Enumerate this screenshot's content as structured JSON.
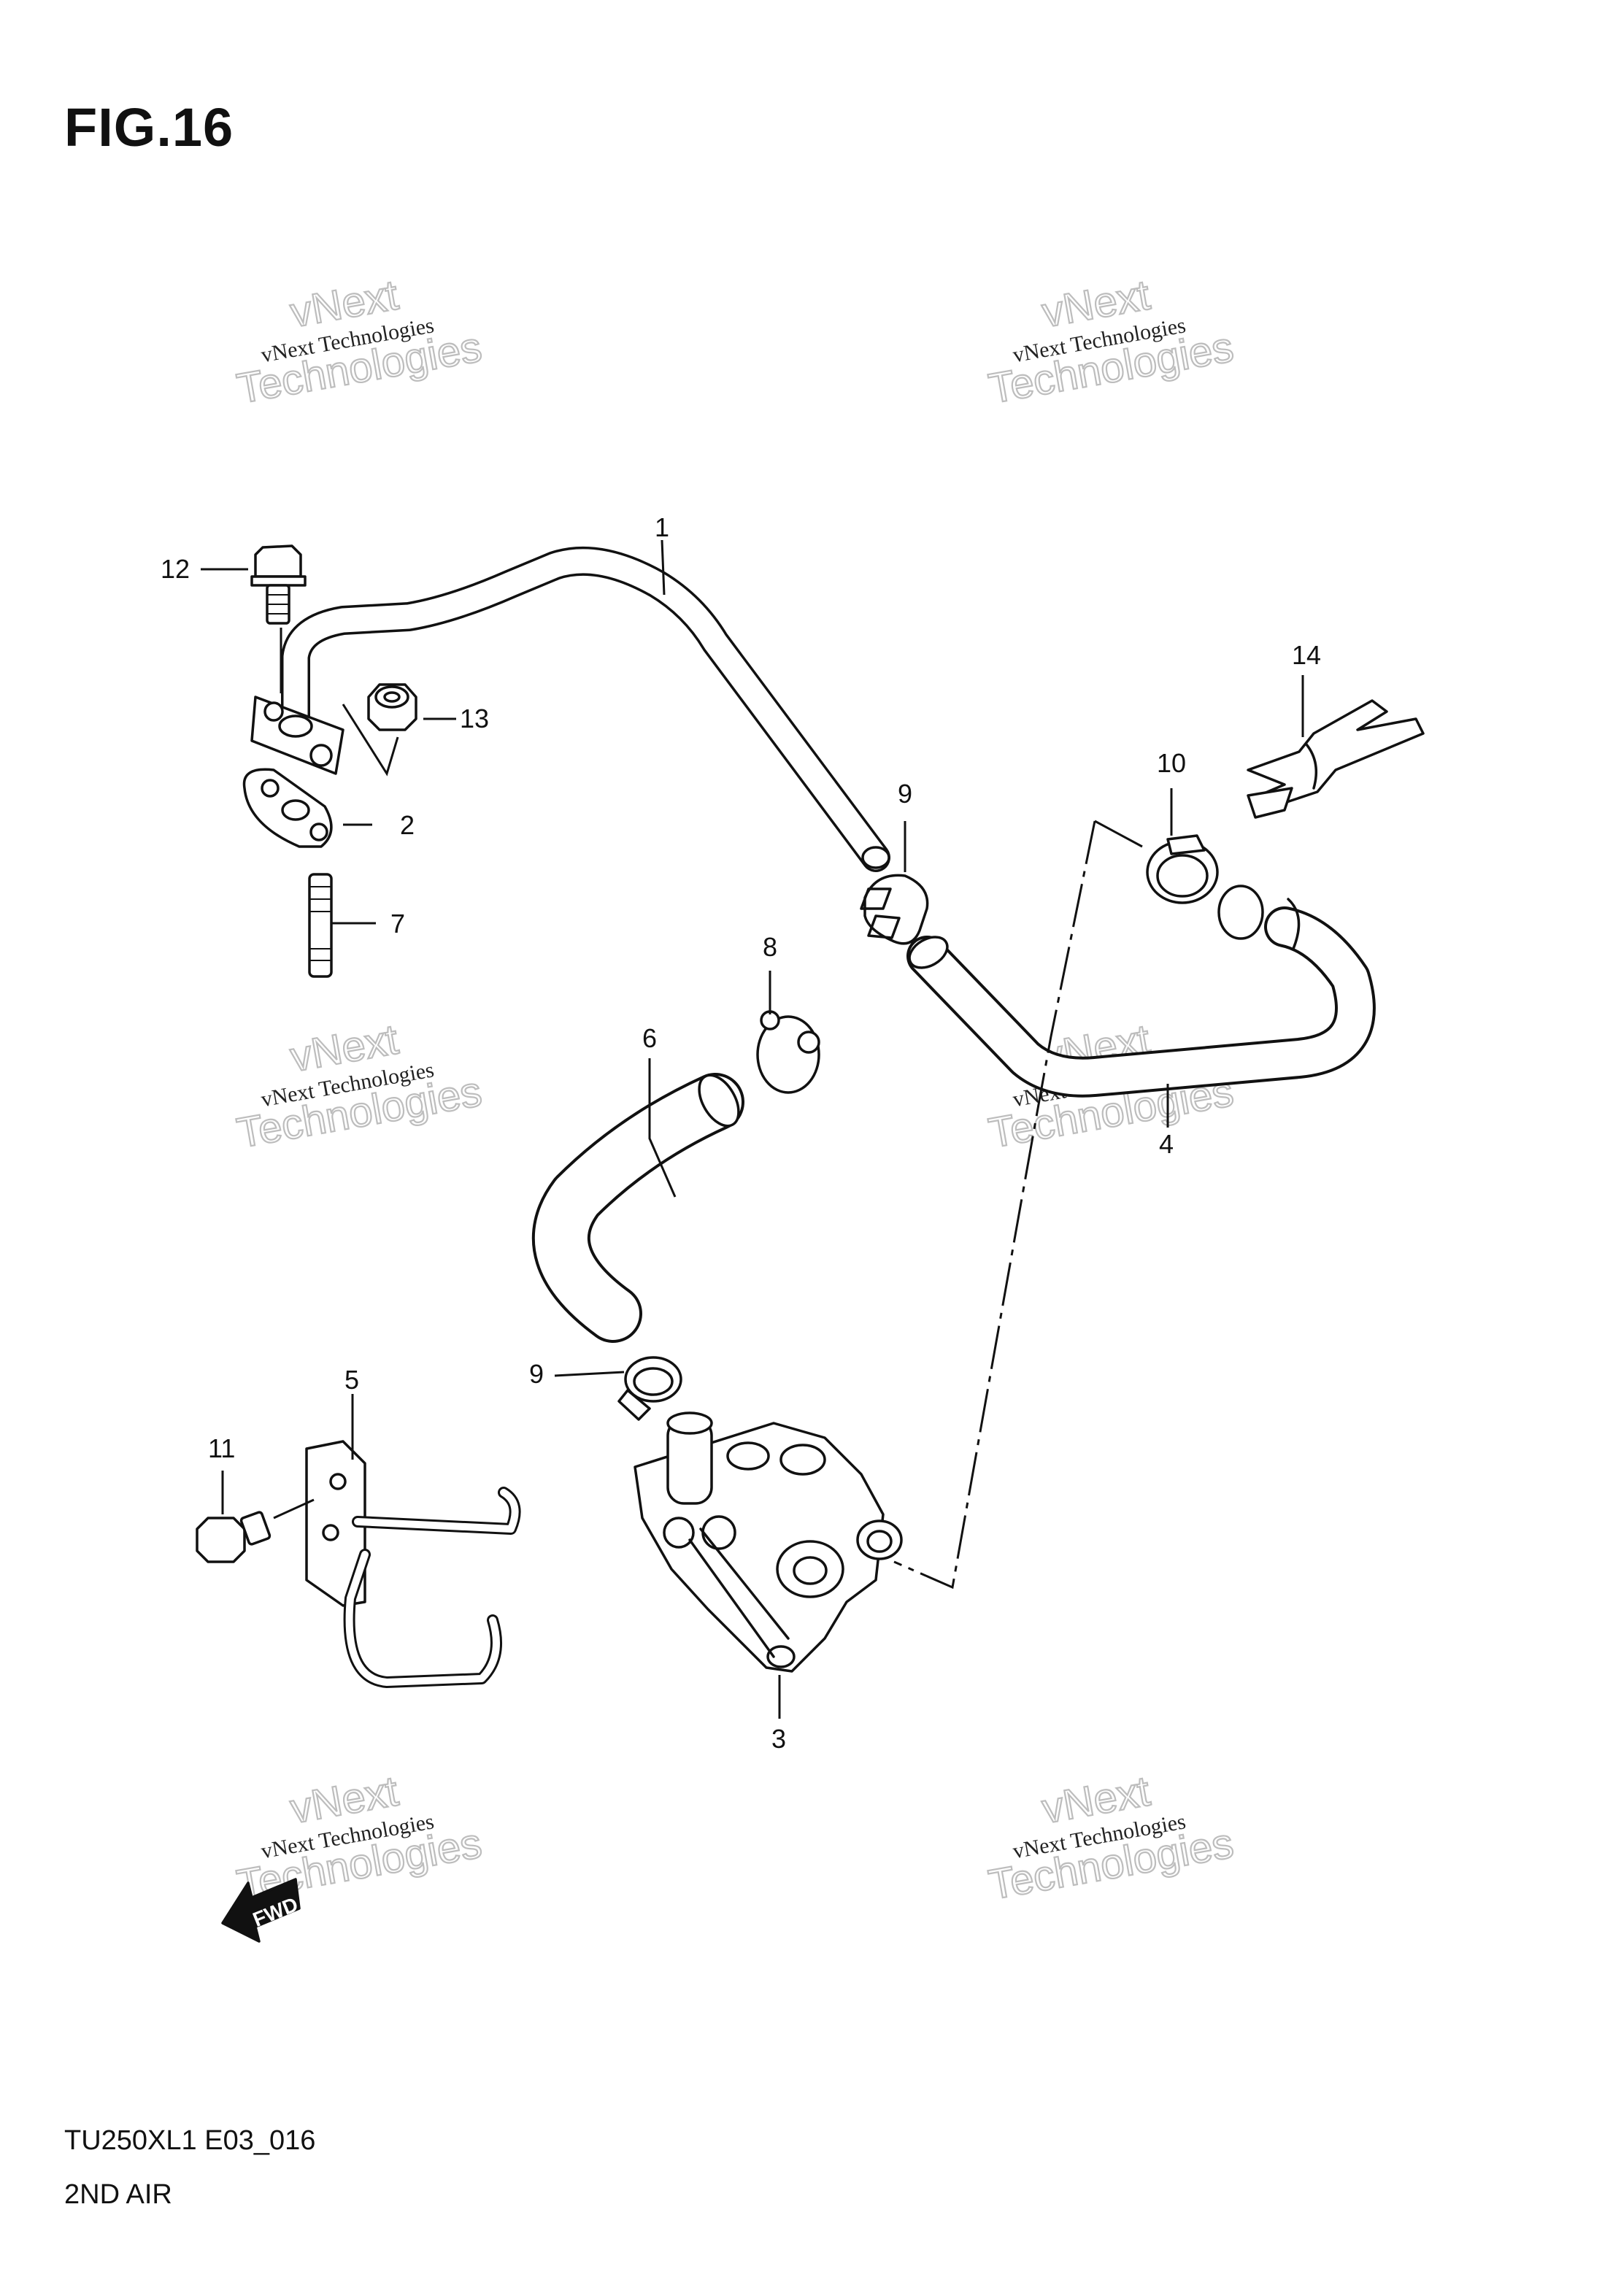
{
  "title": "FIG.16",
  "model_code": "TU250XL1 E03_016",
  "figure_name": "2ND AIR",
  "part_labels": {
    "p1": "1",
    "p2": "2",
    "p3": "3",
    "p4": "4",
    "p5": "5",
    "p6": "6",
    "p7": "7",
    "p8": "8",
    "p9a": "9",
    "p9b": "9",
    "p10": "10",
    "p11": "11",
    "p12": "12",
    "p13": "13",
    "p14": "14"
  },
  "watermark": {
    "small": "vNext Technologies",
    "big_top": "vNext",
    "big_bottom": "Technologies"
  },
  "fwd_marker": "FWD"
}
